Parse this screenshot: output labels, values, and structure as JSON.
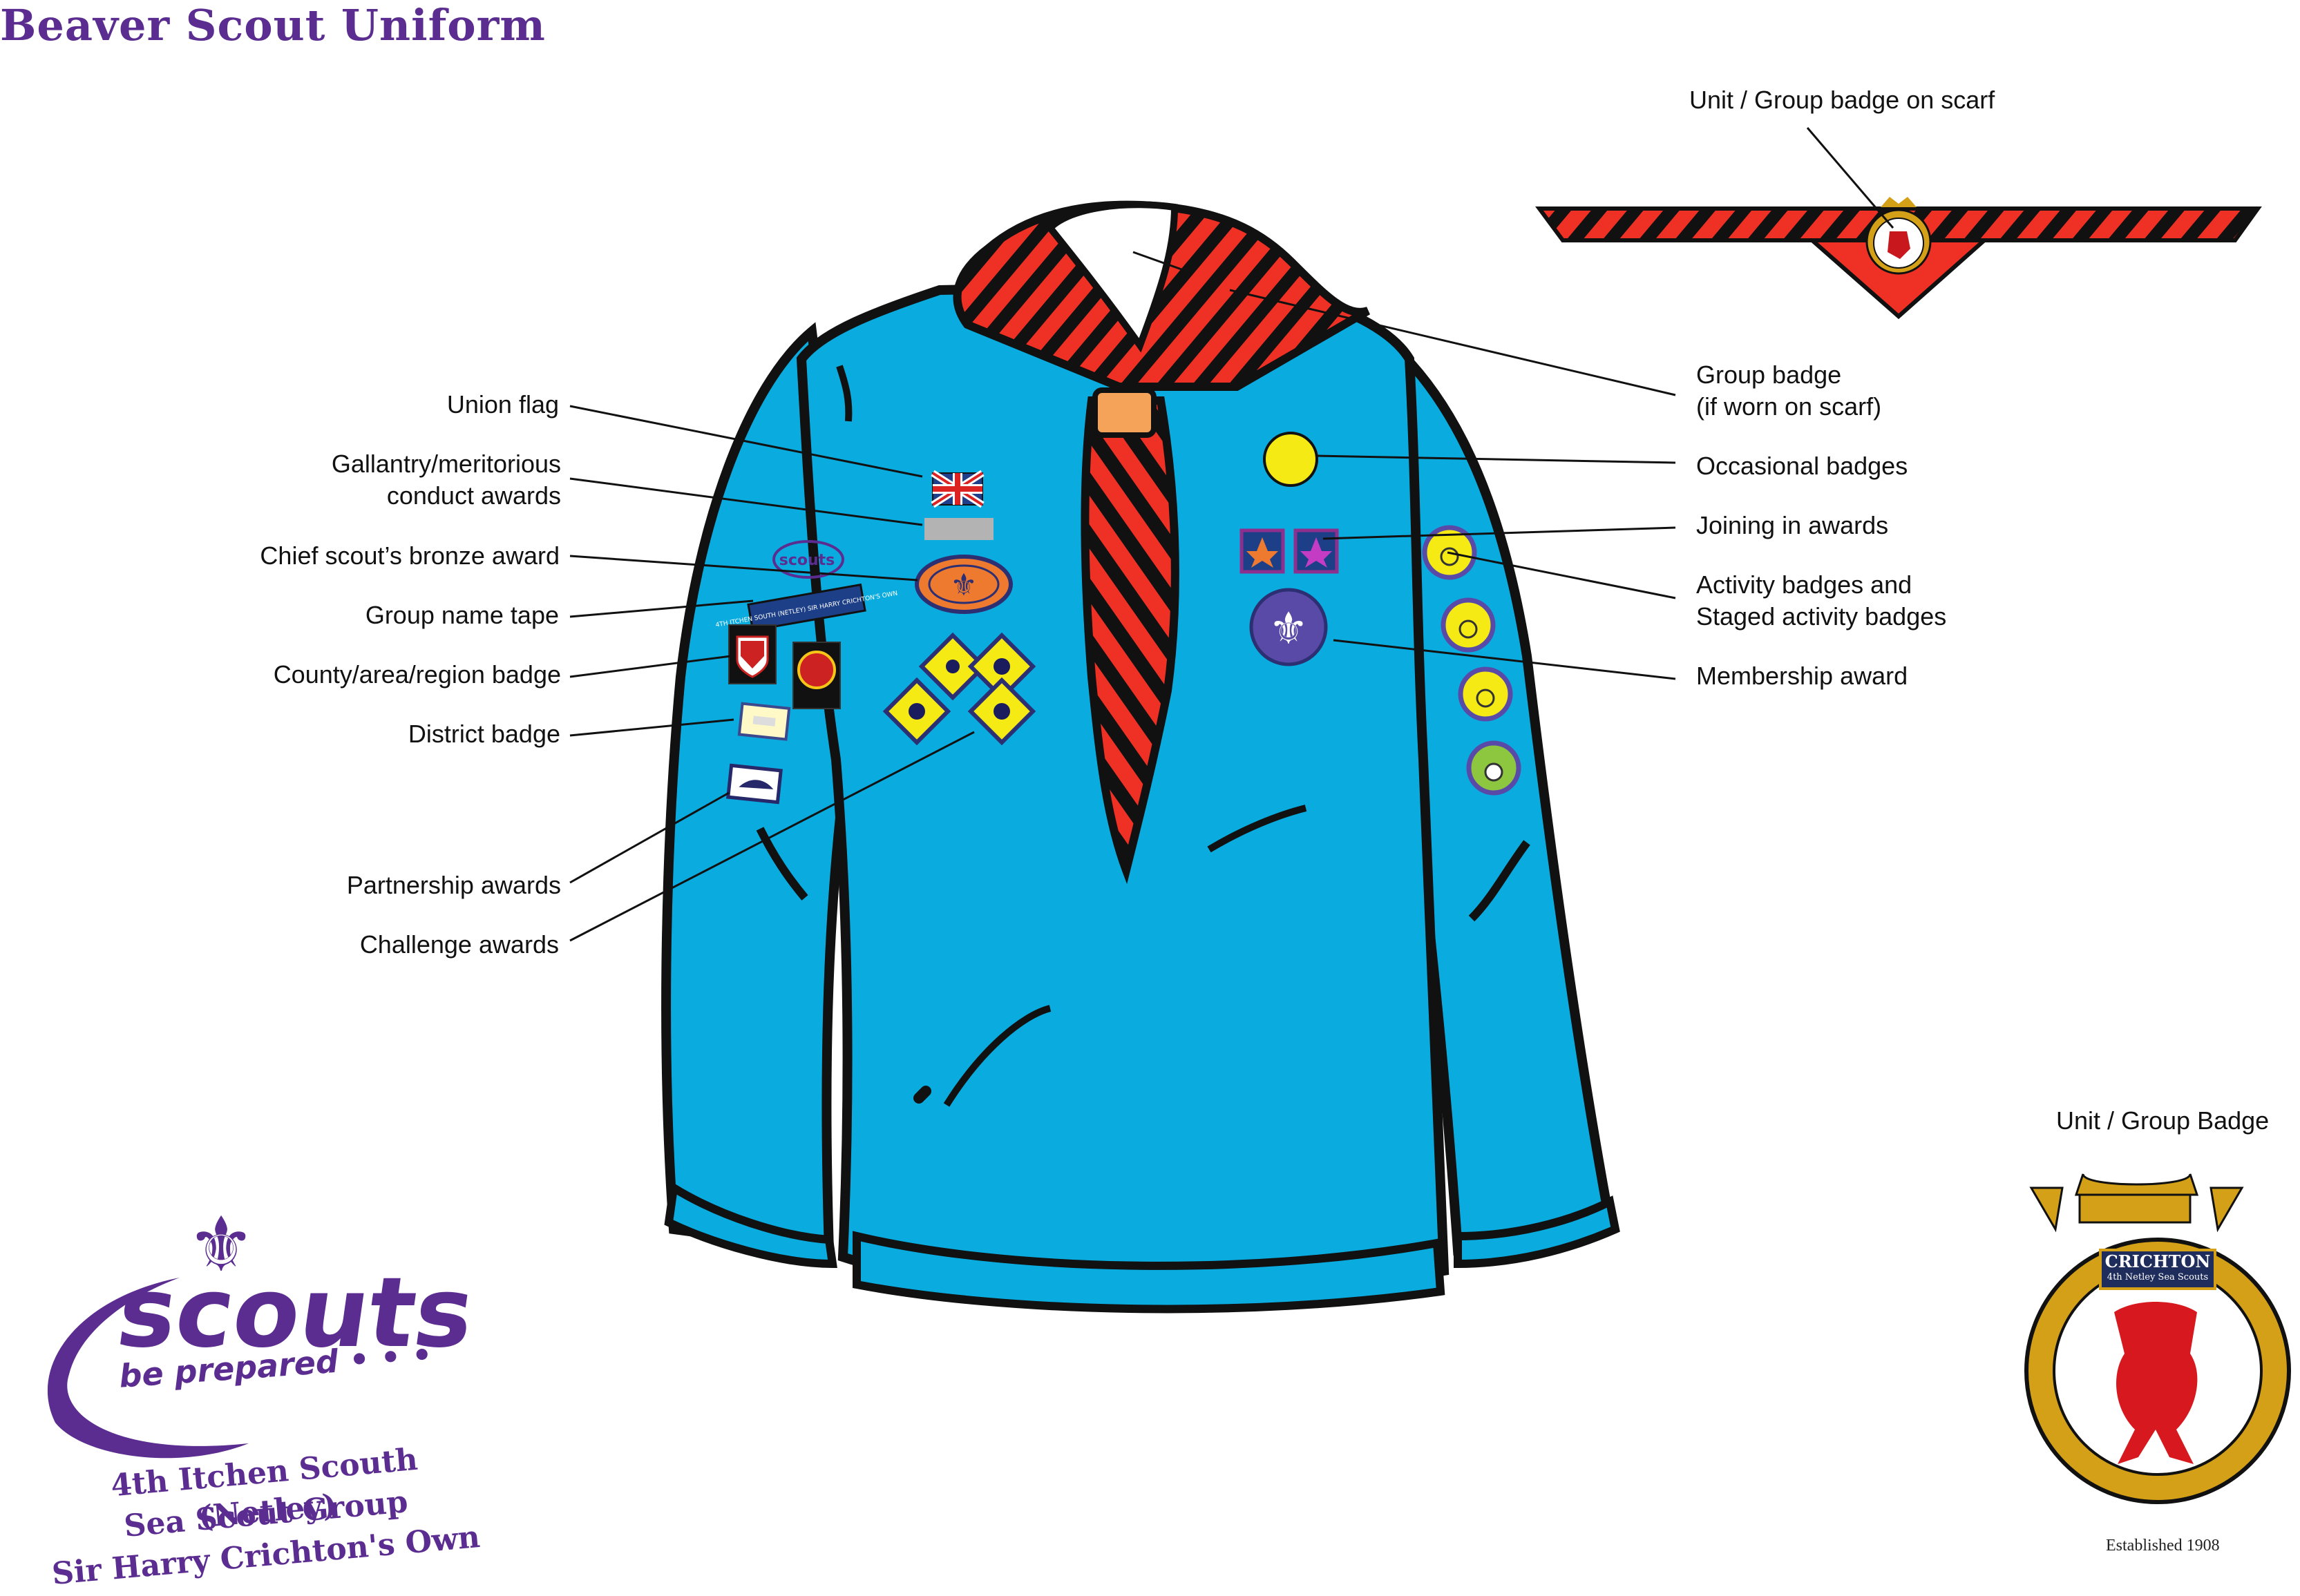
{
  "title": "Beaver Scout Uniform",
  "labels": {
    "unit_scarf": "Unit / Group badge on scarf",
    "group_badge_l1": "Group badge",
    "group_badge_l2": "(if worn on scarf)",
    "occasional": "Occasional badges",
    "joining": "Joining in awards",
    "activity_l1": "Activity badges and",
    "activity_l2": "Staged activity badges",
    "membership": "Membership award",
    "union_flag": "Union flag",
    "gallantry_l1": "Gallantry/meritorious",
    "gallantry_l2": "conduct awards",
    "chief_scout": "Chief scout’s bronze award",
    "name_tape": "Group name tape",
    "county": "County/area/region badge",
    "district": "District badge",
    "partnership": "Partnership awards",
    "challenge": "Challenge awards",
    "unit_badge": "Unit / Group  Badge"
  },
  "branding": {
    "wordmark": "scouts",
    "tagline": "be prepared • • •",
    "group_line1": "4th Itchen Scouth (Netley)",
    "group_line2": "Sea Scout Group",
    "group_line3": "Sir Harry Crichton's Own"
  },
  "crest": {
    "banner_line1": "CRICHTON",
    "banner_line2": "4th Netley Sea Scouts",
    "established": "Established 1908"
  },
  "sleeve_tape": "4TH ITCHEN SOUTH (NETLEY) SIR HARRY CRICHTON'S OWN",
  "colors": {
    "purple": "#5b2d90",
    "jumper": "#0aace0",
    "scarf_red": "#ee3124",
    "scarf_black": "#111111",
    "badge_yellow": "#f5ea14",
    "woggle": "#f6a35a"
  }
}
